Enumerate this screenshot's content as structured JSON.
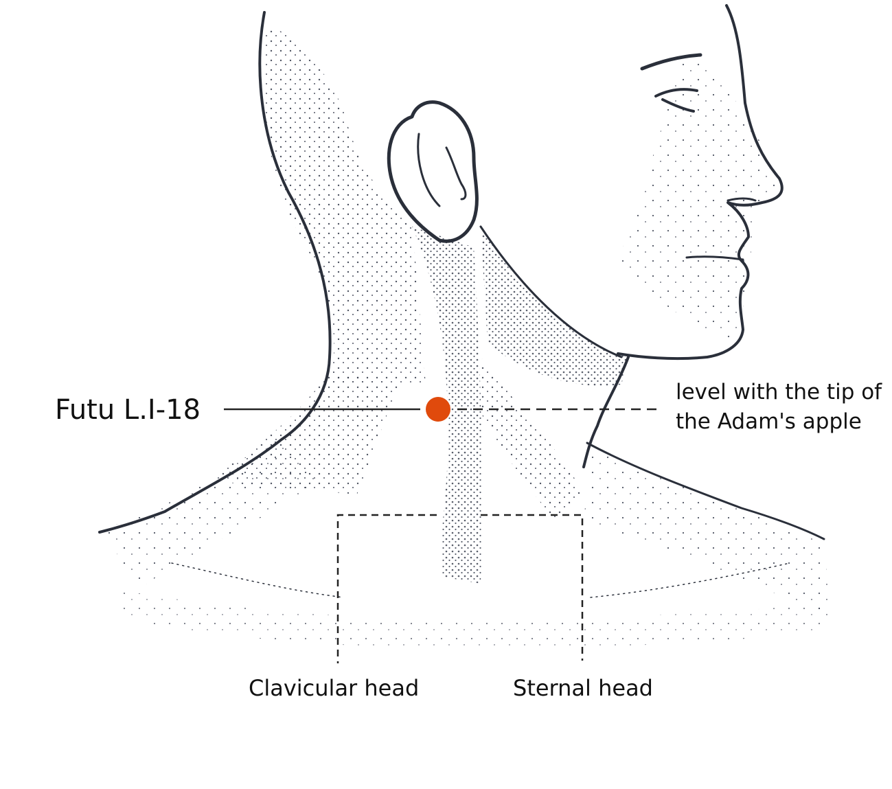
{
  "acupoint": {
    "label": "Futu L.I-18",
    "marker_color": "#e04a0c"
  },
  "landmark_note": {
    "line1": "level with the tip of",
    "line2": "the Adam's apple"
  },
  "muscle_heads": {
    "clavicular": "Clavicular head",
    "sternal": "Sternal head"
  },
  "colors": {
    "ink": "#2a2f3a",
    "stipple": "#3a4050",
    "text": "#111111",
    "background": "#ffffff"
  }
}
